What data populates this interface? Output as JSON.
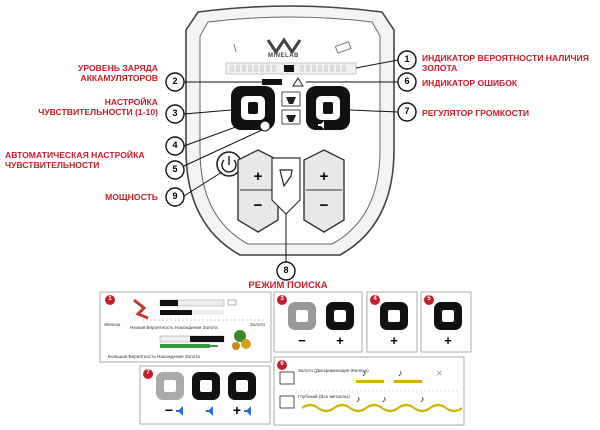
{
  "brand": "MINELAB",
  "callouts": {
    "c1": {
      "num": "1",
      "label": "ИНДИКАТОР ВЕРОЯТНОСТИ НАЛИЧИЯ ЗОЛОТА"
    },
    "c2": {
      "num": "2",
      "label": "УРОВЕНЬ ЗАРЯДА АККАМУЛЯТОРОВ"
    },
    "c3": {
      "num": "3",
      "label": "НАСТРОЙКА ЧУВСТВИТЕЛЬНОСТИ (1-10)"
    },
    "c4": {
      "num": "4",
      "label": "АВТОМАТИЧЕСКАЯ НАСТРОЙКА ЧУВСТВИТЕЛЬНОСТИ"
    },
    "c5": {
      "num": "5"
    },
    "c6": {
      "num": "6",
      "label": "ИНДИКАТОР ОШИБОК"
    },
    "c7": {
      "num": "7",
      "label": "РЕГУЛЯТОР ГРОМКОСТИ"
    },
    "c8": {
      "num": "8",
      "label": "РЕЖИМ ПОИСКА"
    },
    "c9": {
      "num": "9",
      "label": "МОЩНОСТЬ"
    }
  },
  "panel1": {
    "num": "1",
    "left_word": "Железо",
    "right_word": "Золото",
    "low_text": "Низкая Вероятность Нахождения Золота",
    "high_text": "Большая Вероятность Нахождения Золота"
  },
  "panel3": {
    "num": "3",
    "minus": "−",
    "plus": "+"
  },
  "panel4": {
    "num": "4",
    "plus": "+"
  },
  "panel5": {
    "num": "5",
    "plus": "+"
  },
  "panel6": {
    "num": "6",
    "row1": "Золото (Дискриминация Железа)",
    "row2": "Глубокий (Все металлы)"
  },
  "panel7": {
    "num": "7",
    "minus": "−",
    "plus": "+"
  },
  "buttons": {
    "plus": "+",
    "minus": "−"
  }
}
